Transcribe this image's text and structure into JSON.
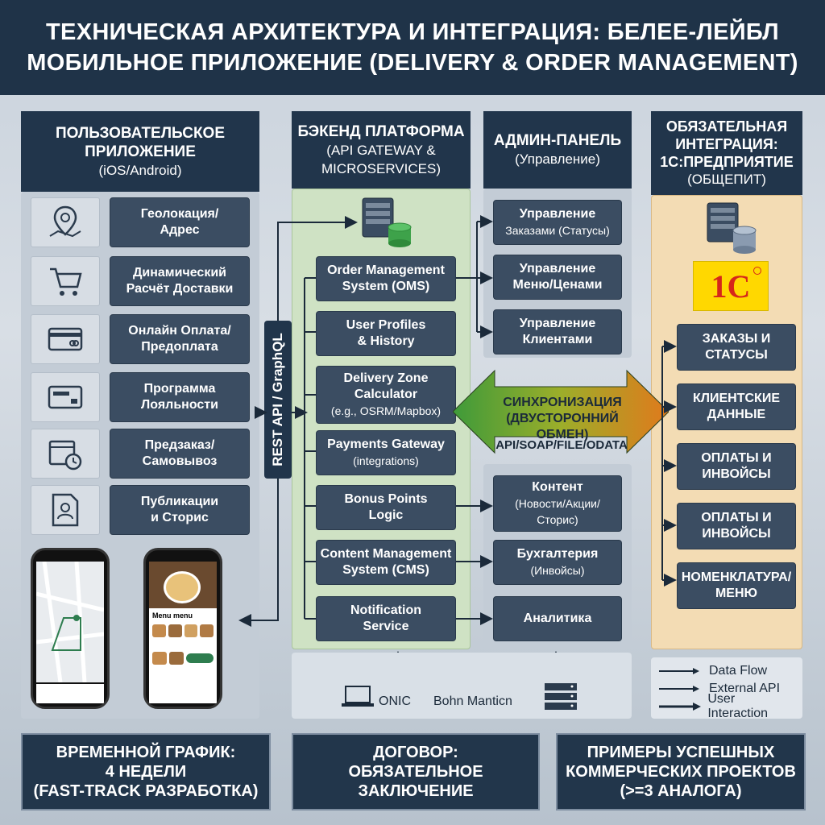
{
  "title": {
    "line1": "ТЕХНИЧЕСКАЯ АРХИТЕКТУРА И ИНТЕГРАЦИЯ: БЕЛЕЕ-ЛЕЙБЛ",
    "line2": "МОБИЛЬНОЕ  ПРИЛОЖЕНИЕ (DELIVERY & ORDER MANAGEMENT)"
  },
  "user_app": {
    "title_line1": "ПОЛЬЗОВАТЕЛЬСКОЕ",
    "title_line2": "ПРИЛОЖЕНИЕ",
    "subtitle": "(iOS/Android)",
    "features": [
      {
        "icon": "map-pin-icon",
        "label": "Геолокация/\nАдрес"
      },
      {
        "icon": "shopping-cart-icon",
        "label": "Динамический\nРасчёт Доставки"
      },
      {
        "icon": "credit-card-icon",
        "label": "Онлайн Оплата/\nПредоплата"
      },
      {
        "icon": "loyalty-card-icon",
        "label": "Программа\nЛояльности"
      },
      {
        "icon": "calendar-clock-icon",
        "label": "Предзаказ/\nСамовывоз"
      },
      {
        "icon": "profile-document-icon",
        "label": "Публикации\nи Сторис"
      }
    ],
    "phone_menu_title": "Menu menu"
  },
  "api_label": "REST API / GraphQL",
  "backend": {
    "title": "БЭКЕНД ПЛАТФОРМА",
    "subtitle_line1": "(API GATEWAY &",
    "subtitle_line2": "MICROSERVICES)",
    "services": [
      {
        "label": "Order Management\nSystem (OMS)",
        "sub": ""
      },
      {
        "label": "User Profiles\n& History",
        "sub": ""
      },
      {
        "label": "Delivery Zone\nCalculator",
        "sub": "(e.g., OSRM/Mapbox)"
      },
      {
        "label": "Payments Gateway",
        "sub": "(integrations)"
      },
      {
        "label": "Bonus Points\nLogic",
        "sub": ""
      },
      {
        "label": "Content Management\nSystem (CMS)",
        "sub": ""
      },
      {
        "label": "Notification\nService",
        "sub": ""
      }
    ]
  },
  "admin": {
    "title": "АДМИН-ПАНЕЛЬ",
    "subtitle": "(Управление)",
    "top_items": [
      {
        "label": "Управление",
        "sub": "Заказами (Статусы)"
      },
      {
        "label": "Управление\nМеню/Ценами",
        "sub": ""
      },
      {
        "label": "Управление\nКлиентами",
        "sub": ""
      }
    ],
    "bottom_items": [
      {
        "label": "Контент",
        "sub": "(Новости/Акции/\nСторис)"
      },
      {
        "label": "Бухгалтерия",
        "sub": "(Инвойсы)"
      },
      {
        "label": "Аналитика",
        "sub": ""
      }
    ]
  },
  "sync": {
    "line1": "СИНХРОНИЗАЦИЯ",
    "line2": "(ДВУСТОРОННИЙ ОБМЕН)",
    "protocol": "API/SOAP/FILE/ODATA"
  },
  "integration_1c": {
    "title_line1": "ОБЯЗАТЕЛЬНАЯ",
    "title_line2": "ИНТЕГРАЦИЯ:",
    "title_line3": "1С:ПРЕДПРИЯТИЕ",
    "subtitle": "(ОБЩЕПИТ)",
    "logo_text": "1С",
    "items": [
      "ЗАКАЗЫ И\nСТАТУСЫ",
      "КЛИЕНТСКИЕ\nДАННЫЕ",
      "ОПЛАТЫ И\nИНВОЙСЫ",
      "ОПЛАТЫ И\nИНВОЙСЫ",
      "НОМЕНКЛАТУРА/\nМЕНЮ"
    ]
  },
  "devices": {
    "left_label": "ONIC",
    "right_label": "Bohn Manticn"
  },
  "legend": {
    "items": [
      "Data Flow",
      "External API",
      "User Interaction"
    ]
  },
  "footer": [
    {
      "line1": "ВРЕМЕННОЙ ГРАФИК:",
      "line2": "4 НЕДЕЛИ",
      "line3": "(FAST-TRACK РАЗРАБОТКА)"
    },
    {
      "line1": "ДОГОВОР:",
      "line2": "ОБЯЗАТЕЛЬНОЕ",
      "line3": "ЗАКЛЮЧЕНИЕ"
    },
    {
      "line1": "ПРИМЕРЫ УСПЕШНЫХ",
      "line2": "КОММЕРЧЕСКИХ ПРОЕКТОВ",
      "line3": "(>=3 АНАЛОГА)"
    }
  ],
  "colors": {
    "navy": "#21354b",
    "button": "#3b4d62",
    "backend_bg": "#cfe2c4",
    "integration_bg": "#f3dcb4",
    "sync_green": "#3e9a3a",
    "sync_orange": "#e07a1c",
    "logo_yellow": "#ffd800",
    "logo_red": "#d6261a"
  }
}
